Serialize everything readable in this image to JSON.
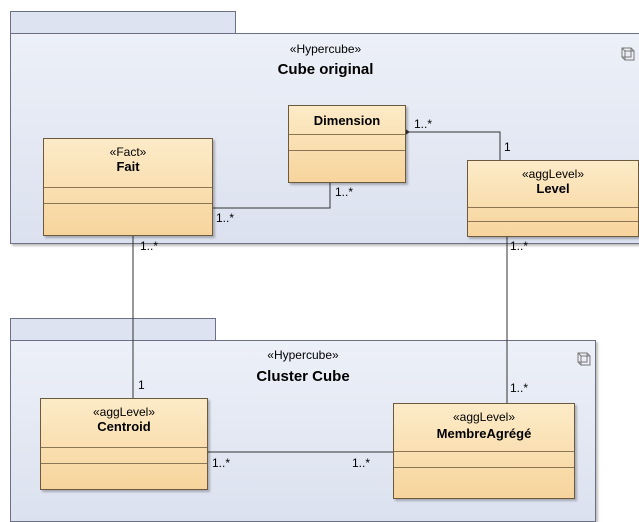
{
  "packages": {
    "top": {
      "stereotype": "«Hypercube»",
      "title": "Cube original"
    },
    "bottom": {
      "stereotype": "«Hypercube»",
      "title": "Cluster Cube"
    }
  },
  "classes": {
    "dimension": {
      "name": "Dimension"
    },
    "fait": {
      "stereotype": "«Fact»",
      "name": "Fait"
    },
    "level": {
      "stereotype": "«aggLevel»",
      "name": "Level"
    },
    "centroid": {
      "stereotype": "«aggLevel»",
      "name": "Centroid"
    },
    "membre": {
      "stereotype": "«aggLevel»",
      "name": "MembreAgrégé"
    }
  },
  "multiplicities": {
    "dim_level_dim_end": "1..*",
    "dim_level_level_end": "1",
    "dim_fait_dim_end": "1..*",
    "dim_fait_fait_end": "1..*",
    "fait_centroid_fait_end": "1..*",
    "fait_centroid_centroid_end": "1",
    "level_membre_level_end": "1..*",
    "level_membre_membre_end": "1..*",
    "centroid_membre_centroid_end": "1..*",
    "centroid_membre_membre_end": "1..*"
  }
}
